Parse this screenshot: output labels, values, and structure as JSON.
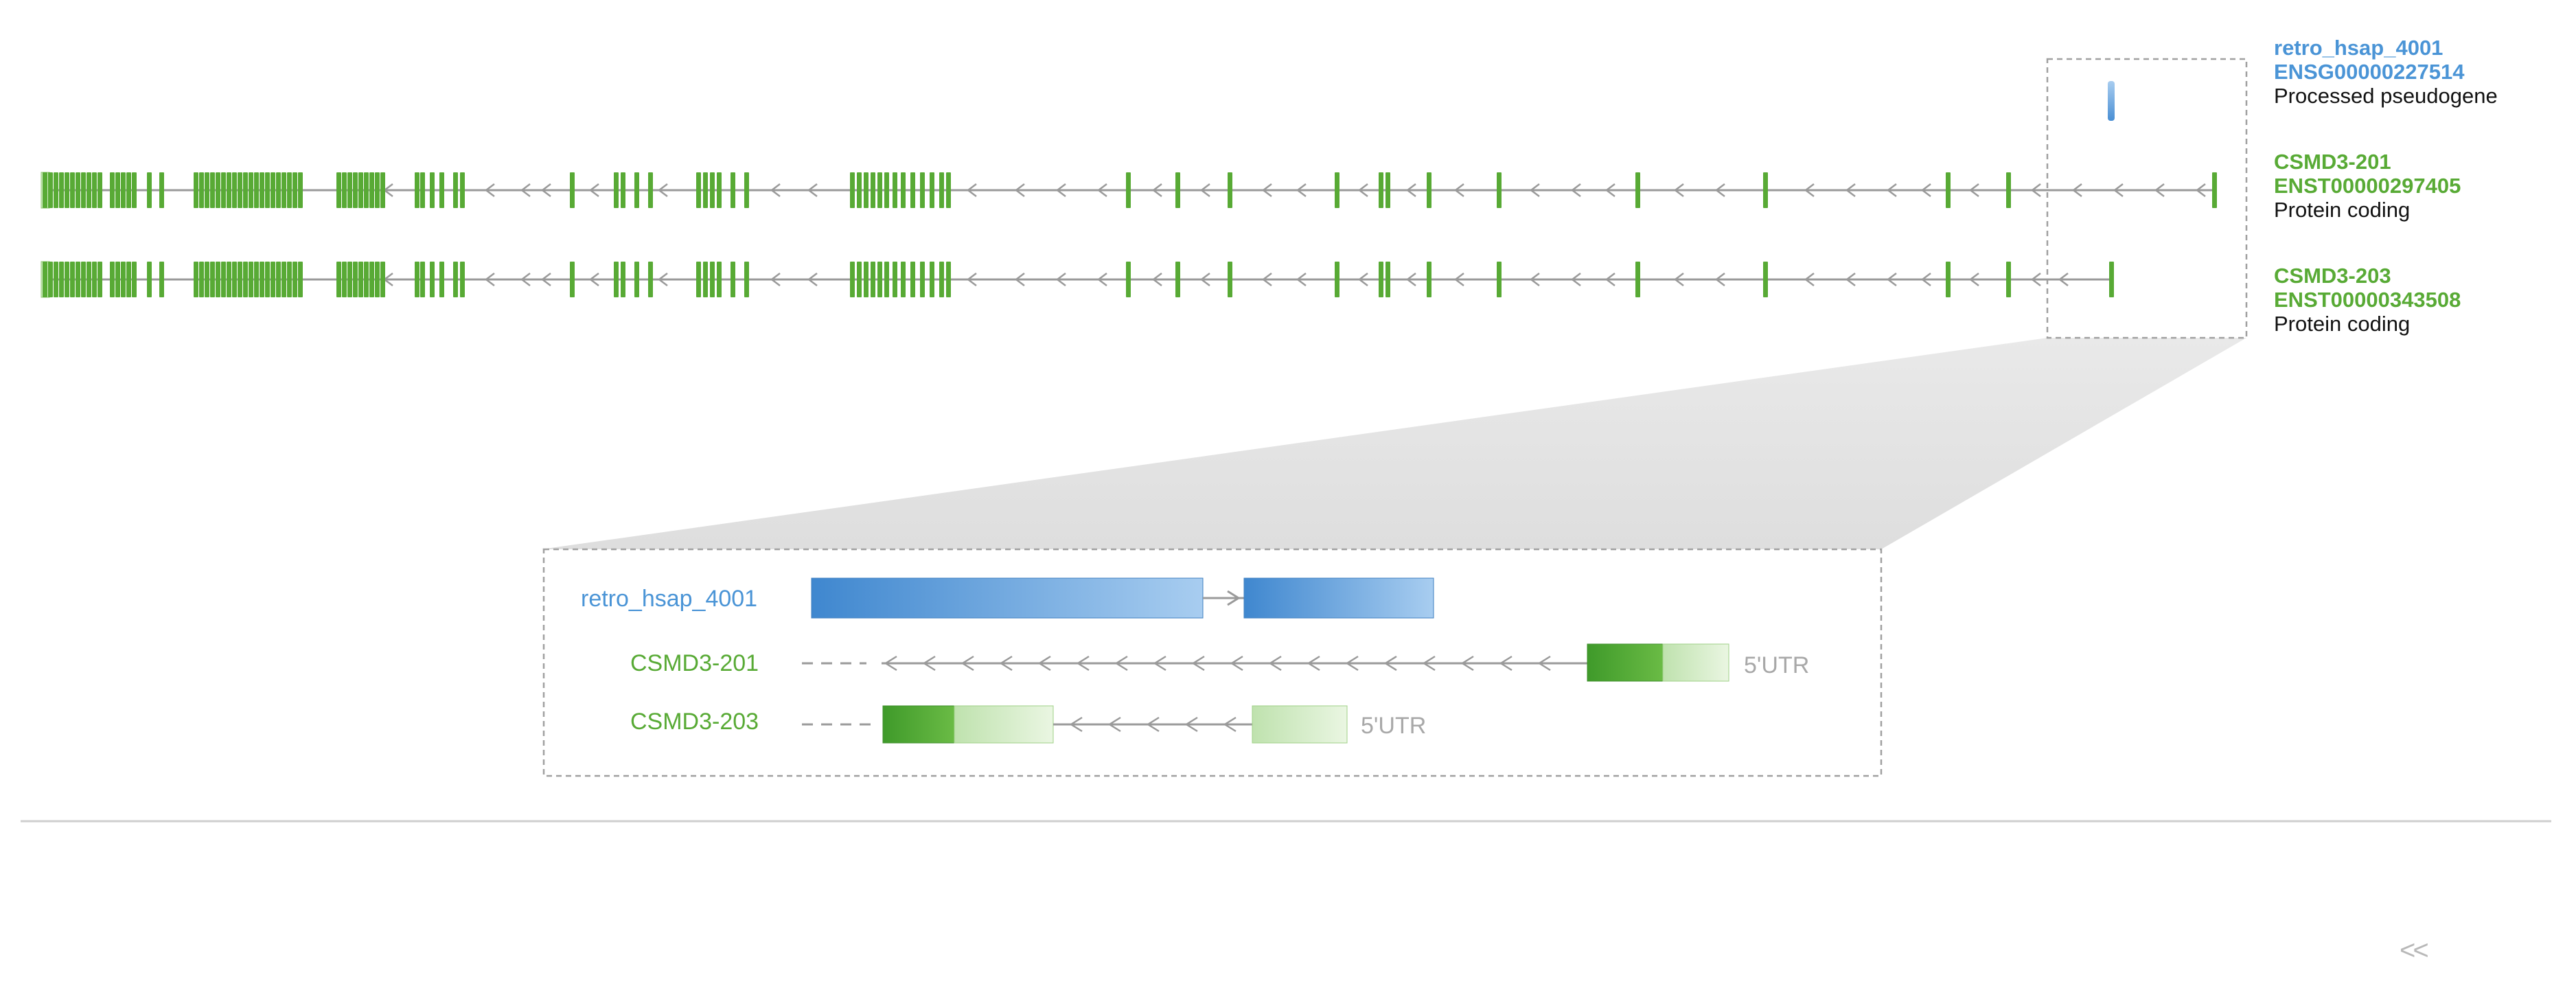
{
  "legend": [
    {
      "name": "retro_hsap_4001",
      "id": "ENSG00000227514",
      "biotype": "Processed pseudogene",
      "color": "#4a94d6"
    },
    {
      "name": "CSMD3-201",
      "id": "ENST00000297405",
      "biotype": "Protein coding",
      "color": "#58aa35"
    },
    {
      "name": "CSMD3-203",
      "id": "ENST00000343508",
      "biotype": "Protein coding",
      "color": "#58aa35"
    }
  ],
  "zoom": {
    "rows": [
      {
        "label": "retro_hsap_4001",
        "color": "#4a94d6"
      },
      {
        "label": "CSMD3-201",
        "color": "#58aa35",
        "utr": "5'UTR"
      },
      {
        "label": "CSMD3-203",
        "color": "#58aa35",
        "utr": "5'UTR"
      }
    ]
  },
  "colors": {
    "pseudogene": "#4a94d6",
    "coding": "#58aa35",
    "intron": "#9a9a9a",
    "zoom_box": "#a0a0a0",
    "divider": "#cfcfcf"
  },
  "nav": {
    "back_label": "<<"
  }
}
